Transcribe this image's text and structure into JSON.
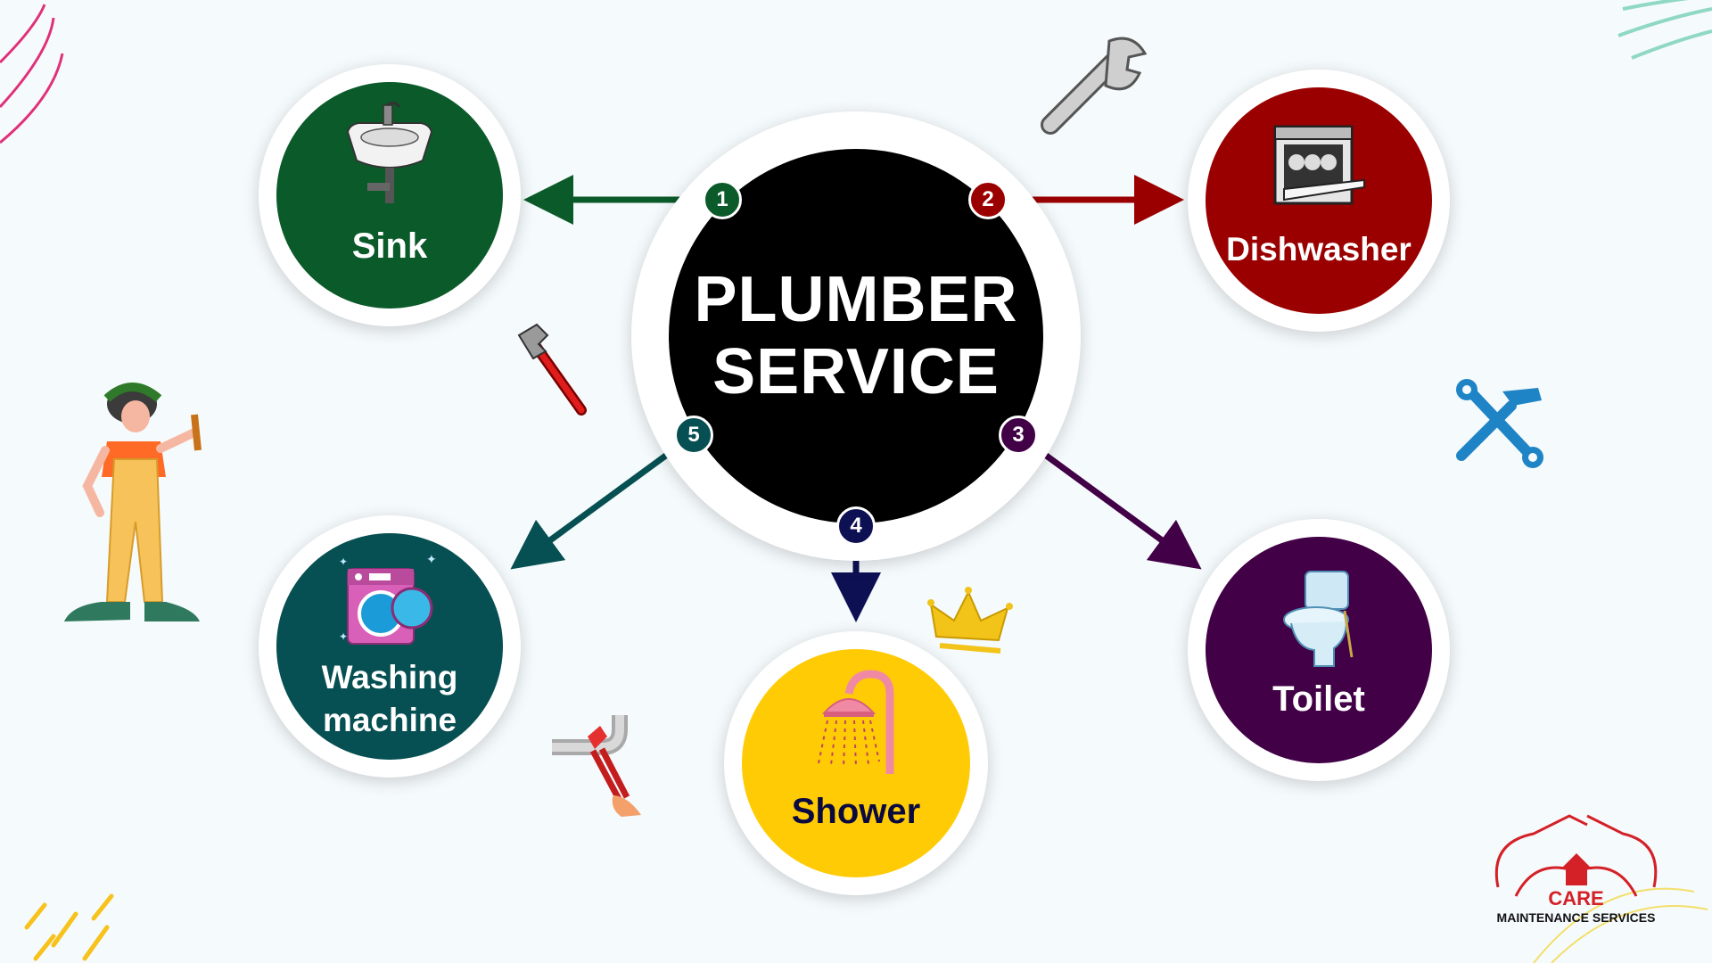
{
  "center": {
    "line1": "PLUMBER",
    "line2": "SERVICE",
    "color": "#000000"
  },
  "nodes": [
    {
      "number": "1",
      "label": "Sink",
      "color": "#0b5a2a"
    },
    {
      "number": "2",
      "label": "Dishwasher",
      "color": "#9b0000"
    },
    {
      "number": "3",
      "label": "Toilet",
      "color": "#420047"
    },
    {
      "number": "4",
      "label": "Shower",
      "color": "#ffcb05",
      "label_color": "#0a0a40",
      "badge_color": "#0d1052"
    },
    {
      "number": "5",
      "label_line1": "Washing",
      "label_line2": "machine",
      "color": "#064f52"
    }
  ],
  "logo": {
    "line1": "CARE",
    "line2": "MAINTENANCE SERVICES",
    "color": "#d42027"
  },
  "icons": [
    "sink-icon",
    "dishwasher-icon",
    "toilet-icon",
    "shower-icon",
    "washing-machine-icon",
    "wrench-icon",
    "pipe-wrench-icon",
    "tools-cross-icon",
    "crown-icon",
    "pipe-repair-icon",
    "plumber-woman-illustration"
  ]
}
